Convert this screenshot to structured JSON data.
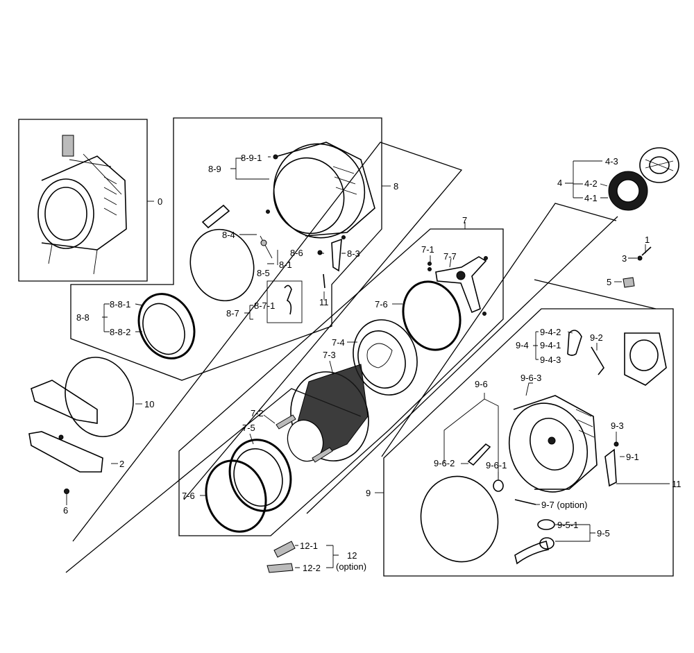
{
  "labels": {
    "l0": "0",
    "l2": "2",
    "l3": "3",
    "l4": "4",
    "l4_1": "4-1",
    "l4_2": "4-2",
    "l4_3": "4-3",
    "l5": "5",
    "l6": "6",
    "l7": "7",
    "l7_1": "7-1",
    "l7_2": "7-2",
    "l7_3": "7-3",
    "l7_4": "7-4",
    "l7_5": "7-5",
    "l7_6a": "7-6",
    "l7_6b": "7-6",
    "l7_7": "7-7",
    "l8": "8",
    "l8_1": "8-1",
    "l8_3": "8-3",
    "l8_4": "8-4",
    "l8_5": "8-5",
    "l8_6": "8-6",
    "l8_7": "8-7",
    "l8_7_1": "8-7-1",
    "l8_8": "8-8",
    "l8_8_1": "8-8-1",
    "l8_8_2": "8-8-2",
    "l8_9": "8-9",
    "l8_9_1": "8-9-1",
    "l9": "9",
    "l9_1": "9-1",
    "l9_2": "9-2",
    "l9_3": "9-3",
    "l9_4": "9-4",
    "l9_4_1": "9-4-1",
    "l9_4_2": "9-4-2",
    "l9_4_3": "9-4-3",
    "l9_5": "9-5",
    "l9_5_1": "9-5-1",
    "l9_6": "9-6",
    "l9_6_1": "9-6-1",
    "l9_6_2": "9-6-2",
    "l9_6_3": "9-6-3",
    "l9_7": "9-7 (option)",
    "l10": "10",
    "l11a": "11",
    "l11b": "11",
    "l12": "12",
    "l12_opt": "(option)",
    "l12_1": "12-1",
    "l12_2": "12-2",
    "l1": "1"
  }
}
